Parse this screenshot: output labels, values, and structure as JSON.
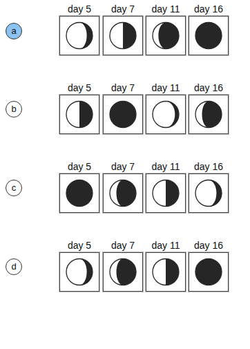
{
  "diagram": {
    "nodes": [
      {
        "text": [
          "a"
        ]
      },
      {
        "text": [
          "day 5"
        ]
      },
      {
        "text": [
          "day 7"
        ]
      },
      {
        "text": [
          "day 11"
        ]
      },
      {
        "text": [
          "day 16"
        ]
      },
      {
        "text": [
          "b"
        ]
      },
      {
        "text": [
          "day 5"
        ]
      },
      {
        "text": [
          "day 7"
        ]
      },
      {
        "text": [
          "day 11"
        ]
      },
      {
        "text": [
          "day 16"
        ]
      },
      {
        "text": [
          "c"
        ]
      },
      {
        "text": [
          "day 5"
        ]
      },
      {
        "text": [
          "day 7"
        ]
      },
      {
        "text": [
          "day 11"
        ]
      },
      {
        "text": [
          "day 16"
        ]
      },
      {
        "text": [
          "d"
        ]
      },
      {
        "text": [
          "day 5"
        ]
      },
      {
        "text": [
          "day 7"
        ]
      },
      {
        "text": [
          "day 11"
        ]
      },
      {
        "text": [
          "day 16"
        ]
      }
    ]
  }
}
